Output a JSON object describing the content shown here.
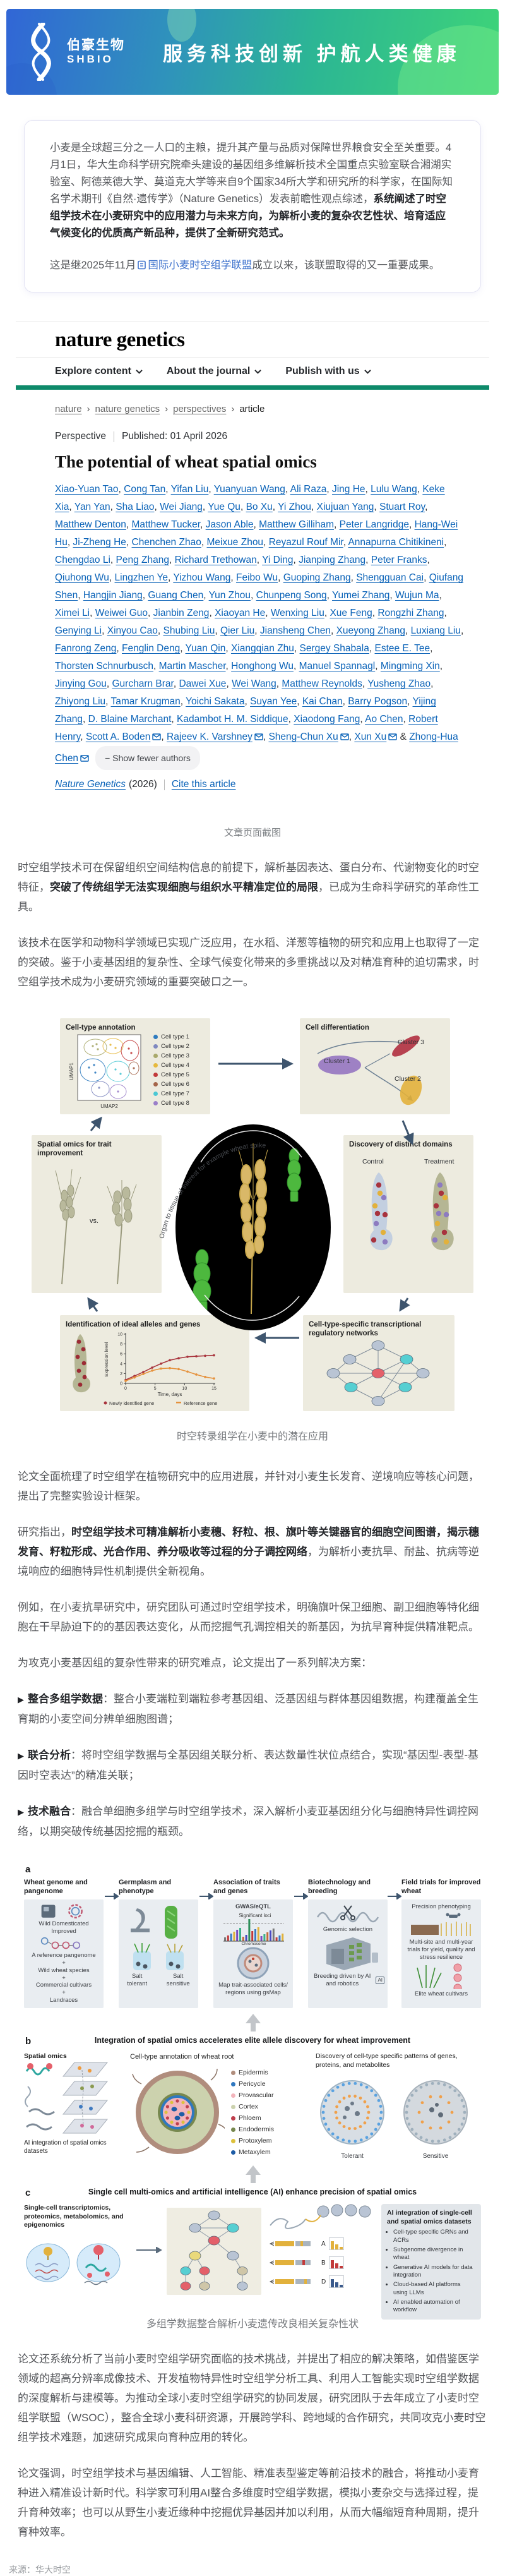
{
  "banner": {
    "logo_cn": "伯豪生物",
    "logo_en": "SHBIO",
    "tagline": "服务科技创新 护航人类健康"
  },
  "intro": {
    "p1_normal": "小麦是全球超三分之一人口的主粮，提升其产量与品质对保障世界粮食安全至关重要。4月1日，华大生命科学研究院牵头建设的基因组多维解析技术全国重点实验室联合湘湖实验室、阿德莱德大学、莫道克大学等来自9个国家34所大学和研究所的科学家，在国际知名学术期刊《自然·遗传学》（Nature Genetics）发表前瞻性观点综述，",
    "p1_bold": "系统阐述了时空组学技术在小麦研究中的应用潜力与未来方向，为解析小麦的复杂农艺性状、培育适应气候变化的优质高产新品种，提供了全新研究范式。",
    "p2_prefix": "这是继2025年11月",
    "p2_link": "国际小麦时空组学联盟",
    "p2_suffix": "成立以来，该联盟取得的又一重要成果。"
  },
  "nature": {
    "logo": "nature genetics",
    "nav": [
      "Explore content",
      "About the journal",
      "Publish with us"
    ],
    "breadcrumb": [
      "nature",
      "nature genetics",
      "perspectives",
      "article"
    ],
    "article_type": "Perspective",
    "published": "Published: 01 April 2026",
    "title": "The potential of wheat spatial omics",
    "authors": [
      "Xiao-Yuan Tao",
      "Cong Tan",
      "Yifan Liu",
      "Yuanyuan Wang",
      "Ali Raza",
      "Jing He",
      "Lulu Wang",
      "Keke Xia",
      "Yan Yan",
      "Sha Liao",
      "Wei Jiang",
      "Yue Qu",
      "Bo Xu",
      "Yi Zhou",
      "Xiujuan Yang",
      "Stuart Roy",
      "Matthew Denton",
      "Matthew Tucker",
      "Jason Able",
      "Matthew Gilliham",
      "Peter Langridge",
      "Hang-Wei Hu",
      "Ji-Zheng He",
      "Chenchen Zhao",
      "Meixue Zhou",
      "Reyazul Rouf Mir",
      "Annapurna Chitikineni",
      "Chengdao Li",
      "Peng Zhang",
      "Richard Trethowan",
      "Yi Ding",
      "Jianping Zhang",
      "Peter Franks",
      "Qiuhong Wu",
      "Lingzhen Ye",
      "Yizhou Wang",
      "Feibo Wu",
      "Guoping Zhang",
      "Shengguan Cai",
      "Qiufang Shen",
      "Hangjin Jiang",
      "Guang Chen",
      "Yun Zhou",
      "Chunpeng Song",
      "Yumei Zhang",
      "Wujun Ma",
      "Ximei Li",
      "Weiwei Guo",
      "Jianbin Zeng",
      "Xiaoyan He",
      "Wenxing Liu",
      "Xue Feng",
      "Rongzhi Zhang",
      "Genying Li",
      "Xinyou Cao",
      "Shubing Liu",
      "Qier Liu",
      "Jiansheng Chen",
      "Xueyong Zhang",
      "Luxiang Liu",
      "Fanrong Zeng",
      "Fenglin Deng",
      "Yuan Qin",
      "Xiangqian Zhu",
      "Sergey Shabala",
      "Estee E. Tee",
      "Thorsten Schnurbusch",
      "Martin Mascher",
      "Honghong Wu",
      "Manuel Spannagl",
      "Mingming Xin",
      "Jinying Gou",
      "Gurcharn Brar",
      "Dawei Xue",
      "Wei Wang",
      "Matthew Reynolds",
      "Yusheng Zhao",
      "Zhiyong Liu",
      "Tamar Krugman",
      "Yoichi Sakata",
      "Suyan Yee",
      "Kai Chan",
      "Barry Pogson",
      "Yijing Zhang",
      "D. Blaine Marchant",
      "Kadambot H. M. Siddique",
      "Xiaodong Fang",
      "Ao Chen",
      "Robert Henry",
      "Scott A. Boden",
      "Rajeev K. Varshney",
      "Sheng-Chun Xu",
      "Xun Xu",
      "Zhong-Hua Chen"
    ],
    "email_authors": [
      "Scott A. Boden",
      "Rajeev K. Varshney",
      "Sheng-Chun Xu",
      "Xun Xu",
      "Zhong-Hua Chen"
    ],
    "show_fewer": "Show fewer authors",
    "journal": "Nature Genetics",
    "year": "(2026)",
    "cite": "Cite this article"
  },
  "body": {
    "screenshot_caption": "文章页面截图",
    "p1_normal": "时空组学技术可在保留组织空间结构信息的前提下，解析基因表达、蛋白分布、代谢物变化的时空特征，",
    "p1_bold": "突破了传统组学无法实现细胞与组织水平精准定位的局限",
    "p1_tail": "，已成为生命科学研究的革命性工具。",
    "p2": "该技术在医学和动物科学领域已实现广泛应用，在水稻、洋葱等植物的研究和应用上也取得了一定的突破。鉴于小麦基因组的复杂性、全球气候变化带来的多重挑战以及对精准育种的迫切需求，时空组学技术成为小麦研究领域的重要突破口之一。",
    "p3": "论文全面梳理了时空组学在植物研究中的应用进展，并针对小麦生长发育、逆境响应等核心问题，提出了完整实验设计框架。",
    "p4_prefix": "研究指出，",
    "p4_bold": "时空组学技术可精准解析小麦穗、籽粒、根、旗叶等关键器官的细胞空间图谱，揭示穗发育、籽粒形成、光合作用、养分吸收等过程的分子调控网络",
    "p4_tail": "，为解析小麦抗旱、耐盐、抗病等逆境响应的细胞特异性机制提供全新视角。",
    "p5": "例如，在小麦抗旱研究中，研究团队可通过时空组学技术，明确旗叶保卫细胞、副卫细胞等特化细胞在干旱胁迫下的的基因表达变化，从而挖掘气孔调控相关的新基因，为抗旱育种提供精准靶点。",
    "p6": "为攻克小麦基因组的复杂性带来的研究难点，论文提出了一系列解决方案：",
    "bullets": [
      {
        "title": "整合多组学数据",
        "text": "：整合小麦端粒到端粒参考基因组、泛基因组与群体基因组数据，构建覆盖全生育期的小麦空间分辨单细胞图谱；"
      },
      {
        "title": "联合分析",
        "text": "：将时空组学数据与全基因组关联分析、表达数量性状位点结合，实现“基因型-表型-基因时空表达”的精准关联；"
      },
      {
        "title": "技术融合",
        "text": "：融合单细胞多组学与时空组学技术，深入解析小麦亚基因组分化与细胞特异性调控网络，以期突破传统基因挖掘的瓶颈。"
      }
    ],
    "p7": "论文还系统分析了当前小麦时空组学研究面临的技术挑战，并提出了相应的解决策略，如借鉴医学领域的超高分辨率成像技术、开发植物特异性时空组学分析工具、利用人工智能实现时空组学数据的深度解析与建模等。为推动全球小麦时空组学研究的协同发展，研究团队于去年成立了小麦时空组学联盟（WSOC），整合全球小麦科研资源，开展跨学科、跨地域的合作研究，共同攻克小麦时空组学技术难题，加速研究成果向育种应用的转化。",
    "p8": "论文强调，时空组学技术与基因编辑、人工智能、精准表型鉴定等前沿技术的融合，将推动小麦育种进入精准设计新时代。科学家可利用AI整合多维度时空组学数据，模拟小麦杂交与选择过程，提升育种效率；也可以从野生小麦近缘种中挖掘优异基因并加以利用，从而大幅缩短育种周期，提升育种效率。",
    "source": "来源：华大时空"
  },
  "figure1": {
    "caption": "时空转录组学在小麦中的潜在应用",
    "arc_text": "Organ to tissue of interest for example wheat spike",
    "cell_type_annotation": {
      "title": "Cell-type annotation",
      "x_label": "UMAP2",
      "y_label": "UMAP1",
      "legend": [
        "Cell type 1",
        "Cell type 2",
        "Cell type 3",
        "Cell type 4",
        "Cell type 5",
        "Cell type 6",
        "Cell type 7",
        "Cell type 8"
      ],
      "legend_colors": [
        "#2e7bbf",
        "#8089c0",
        "#a9a96b",
        "#e6b93e",
        "#c23a3a",
        "#a5654a",
        "#4cc8d4",
        "#9b7fc9"
      ]
    },
    "cell_differentiation": {
      "title": "Cell differentiation",
      "clusters": [
        "Cluster 1",
        "Cluster 2",
        "Cluster 3"
      ]
    },
    "trait_improvement": {
      "title": "Spatial omics for trait improvement",
      "vs": "vs."
    },
    "distinct_domains": {
      "title": "Discovery of distinct domains",
      "conditions": [
        "Control",
        "Treatment"
      ]
    },
    "ideal_alleles": {
      "title": "Identification of ideal alleles and genes",
      "chart": {
        "ylabel": "Expression level",
        "xlabel": "Time, days",
        "yticks": [
          0,
          2,
          4,
          6,
          8,
          10
        ],
        "xticks": [
          0,
          5,
          10,
          15
        ],
        "series": [
          {
            "name": "Newly identified gene",
            "color": "#a8333c",
            "x": [
              0,
              1.5,
              3,
              4.5,
              6,
              7.5,
              9,
              10.5,
              12,
              13.5,
              15
            ],
            "y": [
              0.7,
              1.5,
              2.3,
              3.2,
              4.0,
              4.7,
              5.1,
              5.4,
              5.5,
              5.6,
              5.7
            ]
          },
          {
            "name": "Reference gene",
            "color": "#e5913c",
            "x": [
              0,
              1.5,
              3,
              4.5,
              6,
              7.5,
              9,
              10.5,
              12,
              13.5,
              15
            ],
            "y": [
              0.5,
              1.2,
              1.9,
              2.6,
              3.0,
              3.1,
              2.9,
              2.4,
              1.8,
              1.3,
              1.0
            ]
          }
        ]
      }
    },
    "regulatory_networks": {
      "title": "Cell-type-specific transcriptional regulatory networks"
    }
  },
  "figure2": {
    "caption": "多组学数据整合解析小麦遗传改良相关复杂性状",
    "panel_a": {
      "label": "a",
      "steps": [
        {
          "header": "Wheat genome and pangenome",
          "row": "Wild   Domesticated   Improved",
          "lines": [
            "A reference pangenome",
            "+",
            "Wild wheat species",
            "+",
            "Commercial cultivars",
            "+",
            "Landraces"
          ]
        },
        {
          "header": "Germplasm and phenotype",
          "jar1": "Salt tolerant",
          "jar2": "Salt sensitive"
        },
        {
          "header": "Association of traits and genes",
          "plot_title": "GWAS/eQTL",
          "sig": "Significant loci",
          "xaxis": "Chromosome",
          "caption": "Map trait-associated cells/ regions using gsMap"
        },
        {
          "header": "Biotechnology and breeding",
          "mid": "Genomic selection",
          "caption": "Breeding driven by AI and robotics",
          "chip": "AI"
        },
        {
          "header": "Field trials for improved wheat",
          "top": "Precision phenotyping",
          "mid": "Multi-site and multi-year trials for yield, quality and stress resilience",
          "caption": "Elite wheat cultivars"
        }
      ]
    },
    "panel_b": {
      "label": "b",
      "header": "Integration of spatial omics accelerates elite allele discovery for wheat improvement",
      "sec1": "Spatial omics",
      "sec1_bottom": "AI integration of spatial omics datasets",
      "sec2": "Cell-type annotation of wheat root",
      "sec3": "Discovery of cell-type specific patterns of genes, proteins, and metabolites",
      "root_legend": [
        {
          "label": "Epidermis",
          "color": "#b08d7d"
        },
        {
          "label": "Pericycle",
          "color": "#2f78c0"
        },
        {
          "label": "Provascular",
          "color": "#f3b5bc"
        },
        {
          "label": "Cortex",
          "color": "#ccd2ae"
        },
        {
          "label": "Phloem",
          "color": "#bf3f4d"
        },
        {
          "label": "Endodermis",
          "color": "#77884f"
        },
        {
          "label": "Protoxylem",
          "color": "#ddc13c"
        },
        {
          "label": "Metaxylem",
          "color": "#1d5ca6"
        }
      ],
      "conditions": [
        "Tolerant",
        "Sensitive"
      ]
    },
    "panel_c": {
      "label": "c",
      "header": "Single cell multi-omics and artificial intelligence (AI) enhance precision of spatial omics",
      "left_label": "Single-cell transcriptomics, proteomics, metabolomics, and epigenomics",
      "gene_rows": [
        "A",
        "B",
        "D"
      ],
      "ai_title": "AI integration of single-cell and spatial omics datasets",
      "ai_bullets": [
        "Cell-type specific GRNs and ACRs",
        "Subgenome divergence in wheat",
        "Generative AI models for data integration",
        "Cloud-based AI platforms using LLMs",
        "AI enabled automation of workflow"
      ]
    }
  }
}
